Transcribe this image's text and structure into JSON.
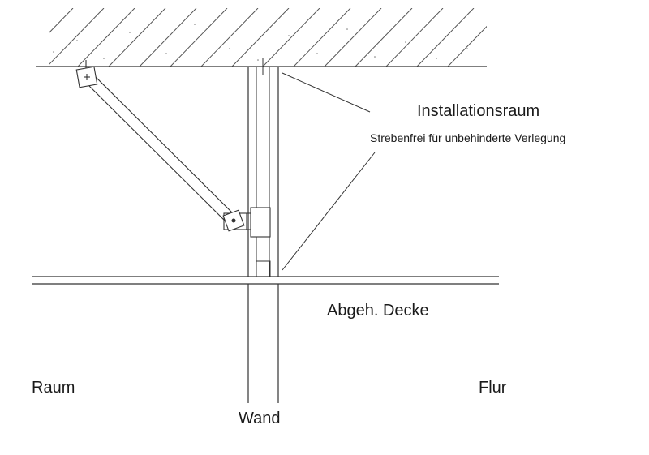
{
  "labels": {
    "installationsraum": "Installationsraum",
    "strebenfrei": "Strebenfrei für unbehinderte Verlegung",
    "abgeh_decke": "Abgeh. Decke",
    "raum": "Raum",
    "flur": "Flur",
    "wand": "Wand"
  },
  "colors": {
    "line": "#333333",
    "hatch": "#555555",
    "background": "#ffffff"
  }
}
